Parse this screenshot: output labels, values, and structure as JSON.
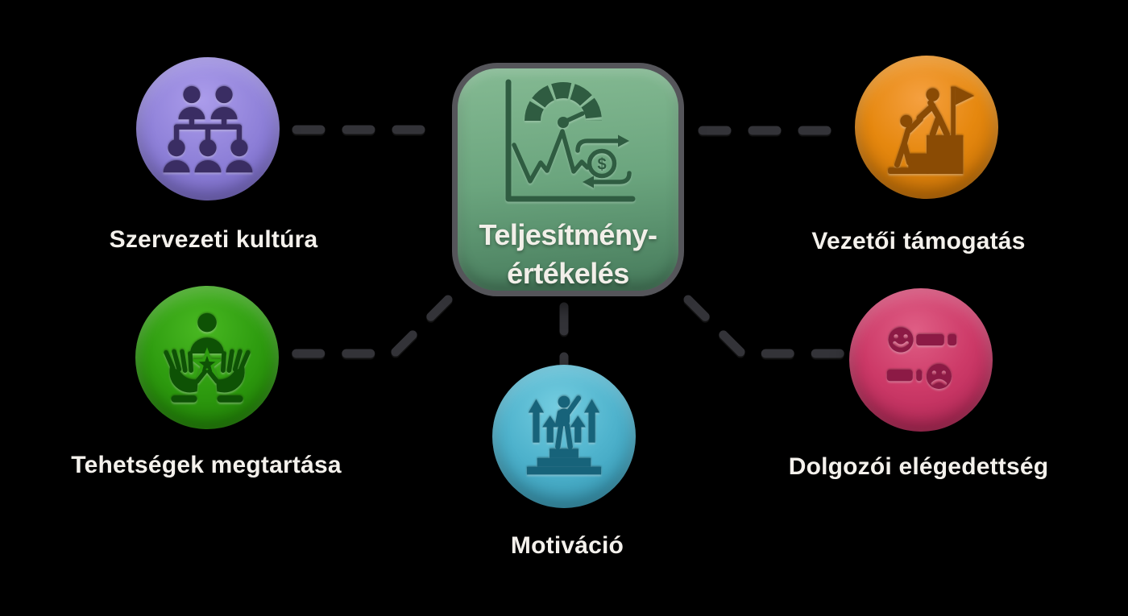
{
  "canvas": {
    "background": "#000000",
    "label_text_color": "#f4f1ec"
  },
  "center_node": {
    "label_line1": "Teljesítmény-",
    "label_line2": "értékelés",
    "dollar_symbol": "$",
    "icon": "performance-dashboard-icon",
    "colors": {
      "fill_top": "#85ba93",
      "fill_bottom": "#45795a",
      "border": "#55555a",
      "icon": "#2f5c41",
      "text": "#f2efe9"
    }
  },
  "nodes": [
    {
      "id": "szervezeti-kultura",
      "label": "Szervezeti kultúra",
      "icon": "org-chart-icon",
      "position": "top-left",
      "color": "#9183da",
      "icon_color": "#3a2d63"
    },
    {
      "id": "vezetoi-tamogatas",
      "label": "Vezetői támogatás",
      "icon": "mentor-climb-flag-icon",
      "position": "top-right",
      "color": "#e6880f",
      "icon_color": "#8a4b04"
    },
    {
      "id": "tehetsegek-megtartasa",
      "label": "Tehetségek megtartása",
      "icon": "hands-holding-talent-icon",
      "position": "middle-left",
      "color": "#2f9d10",
      "icon_color": "#0e5205"
    },
    {
      "id": "dolgozoi-elegedettseg",
      "label": "Dolgozói elégedettség",
      "icon": "satisfaction-feedback-icon",
      "position": "middle-right",
      "color": "#cd3a68",
      "icon_color": "#8c1a45"
    },
    {
      "id": "motivacio",
      "label": "Motiváció",
      "icon": "motivation-podium-icon",
      "position": "bottom-center",
      "color": "#4fb3cd",
      "icon_color": "#17637a"
    }
  ],
  "connectors": {
    "style": "dashed",
    "color": "#333338",
    "thickness": 11,
    "links": [
      {
        "from": "center",
        "to": "szervezeti-kultura"
      },
      {
        "from": "center",
        "to": "vezetoi-tamogatas"
      },
      {
        "from": "center",
        "to": "motivacio"
      },
      {
        "from": "center",
        "to": "tehetsegek-megtartasa"
      },
      {
        "from": "center",
        "to": "dolgozoi-elegedettseg"
      }
    ]
  }
}
